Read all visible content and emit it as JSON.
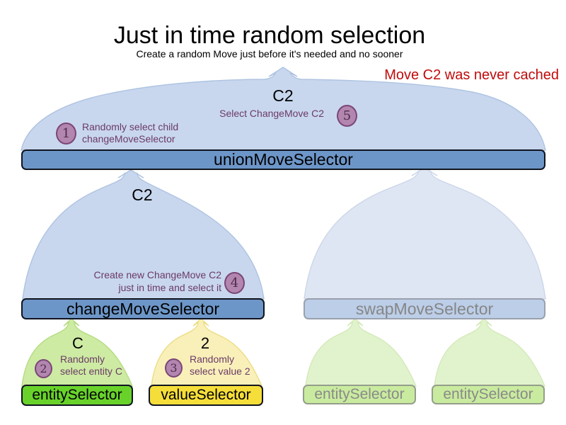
{
  "title": "Just in time random selection",
  "subtitle": "Create a random Move just before it's needed and no sooner",
  "cache_note": "Move C2 was never cached",
  "colors": {
    "note_red": "#c00b0b",
    "active_dome_blue": "#c8d7ee",
    "active_bar_blue": "#6d96c8",
    "faded_dome_blue": "#dfe6f3",
    "faded_bar_blue": "#bccee8",
    "entity_bar_green": "#68d22a",
    "value_bar_yellow": "#f6de3a",
    "faded_bar_green": "#c9eb9f",
    "badge_purple": "#b286ae",
    "annotation_purple": "#6b3a67"
  },
  "selectors": {
    "union": {
      "label": "unionMoveSelector",
      "selected_move": "C2"
    },
    "change": {
      "label": "changeMoveSelector",
      "selected_move": "C2"
    },
    "swap": {
      "label": "swapMoveSelector"
    },
    "entity": {
      "label": "entitySelector",
      "selected_entity": "C"
    },
    "value": {
      "label": "valueSelector",
      "selected_value": "2"
    },
    "faded_entity_left": {
      "label": "entitySelector"
    },
    "faded_entity_right": {
      "label": "entitySelector"
    }
  },
  "steps": [
    {
      "number": "1",
      "line1": "Randomly select child",
      "line2": "changeMoveSelector"
    },
    {
      "number": "2",
      "line1": "Randomly",
      "line2": "select entity C"
    },
    {
      "number": "3",
      "line1": "Randomly",
      "line2": "select value 2"
    },
    {
      "number": "4",
      "line1": "Create new ChangeMove C2",
      "line2": "just in time and select it"
    },
    {
      "number": "5",
      "line1": "Select ChangeMove C2"
    }
  ]
}
